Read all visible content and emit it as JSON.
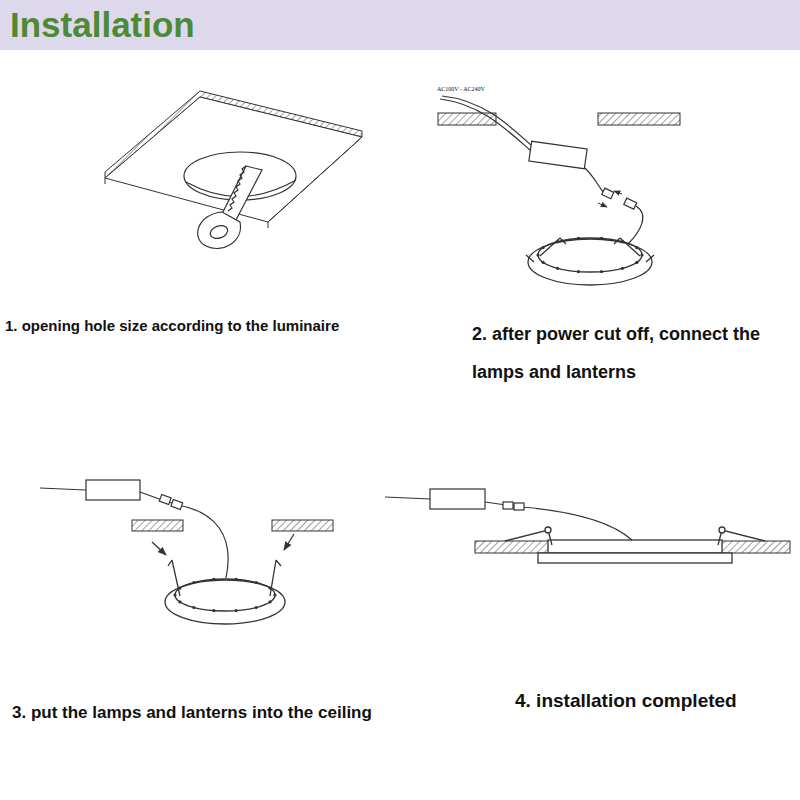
{
  "diagram": {
    "title": "Installation",
    "labels": [
      "1. opening hole size according to the luminaire",
      "2. after power cut off, connect the lamps and lanterns",
      "3. put the lamps and lanterns into the ceiling",
      "4. installation completed",
      "AC100V - AC240V"
    ]
  }
}
